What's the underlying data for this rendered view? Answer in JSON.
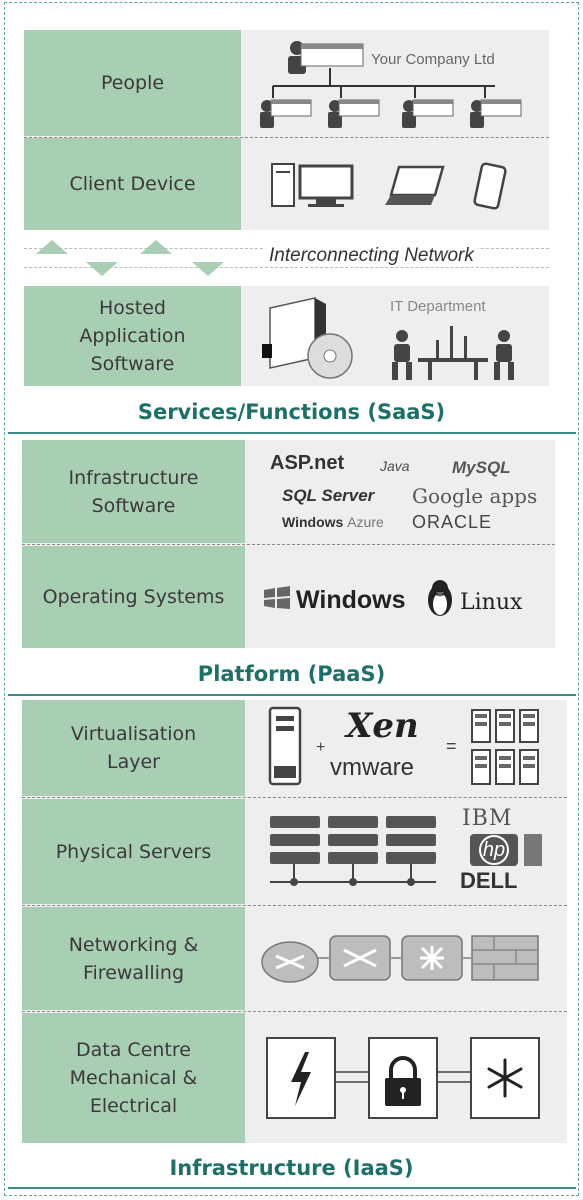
{
  "saas": {
    "title": "Services/Functions (SaaS)",
    "people": "People",
    "client_device": "Client Device",
    "network": "Interconnecting Network",
    "hosted": "Hosted Application Software",
    "company": "Your Company Ltd",
    "it_department": "IT Department"
  },
  "paas": {
    "title": "Platform (PaaS)",
    "infra_software": "Infrastructure Software",
    "operating_systems": "Operating Systems",
    "logos": {
      "aspnet": "ASP.net",
      "java": "Java",
      "mysql": "MySQL",
      "sqlserver": "SQL Server",
      "google": "Google apps",
      "azure_windows": "Windows",
      "azure": "Azure",
      "oracle": "ORACLE",
      "windows": "Windows",
      "linux": "Linux"
    }
  },
  "iaas": {
    "title": "Infrastructure (IaaS)",
    "virtualisation": "Virtualisation Layer",
    "physical_servers": "Physical Servers",
    "networking": "Networking & Firewalling",
    "datacentre": "Data Centre Mechanical & Electrical",
    "logos": {
      "xen": "Xen",
      "vmware": "vmware",
      "ibm": "IBM",
      "hp": "hp",
      "dell": "DELL"
    }
  }
}
